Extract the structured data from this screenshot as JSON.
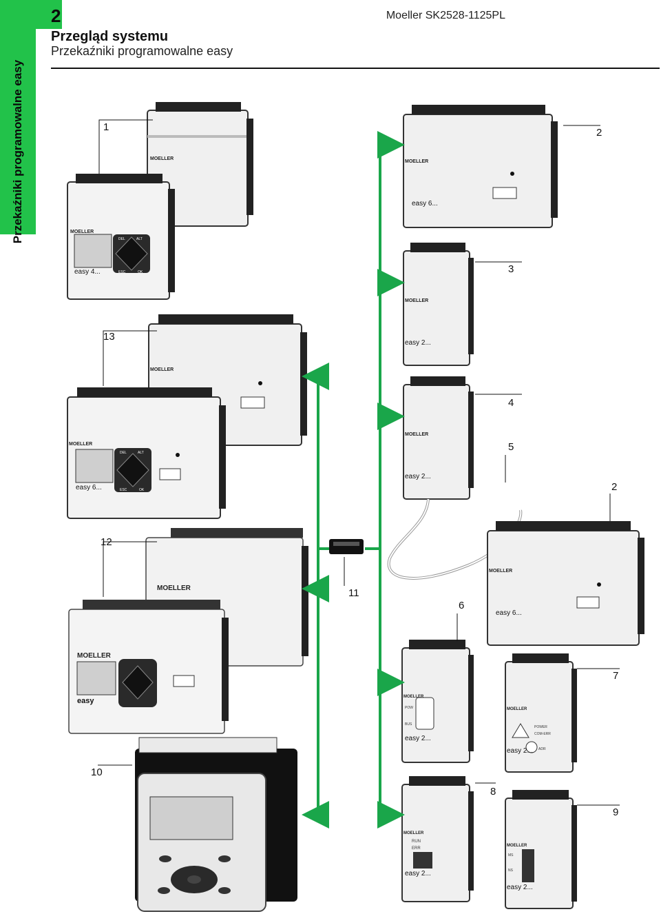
{
  "header": {
    "chapter_number": "2",
    "document_code": "Moeller SK2528-1125PL",
    "title": "Przegląd systemu",
    "subtitle": "Przekaźniki programowalne easy",
    "side_tab_label": "Przekaźniki programowalne easy"
  },
  "callouts": [
    "1",
    "2",
    "3",
    "13",
    "4",
    "5",
    "2",
    "12",
    "11",
    "6",
    "7",
    "10",
    "8",
    "9"
  ],
  "device_labels": {
    "brand": "MOELLER",
    "easy4": "easy 4...",
    "easy6": "easy 6...",
    "easy2": "easy 2...",
    "easy": "easy",
    "key_del": "DEL",
    "key_alt": "ALT",
    "key_esc": "ESC",
    "key_ok": "OK",
    "pow": "POW",
    "bus": "BUS",
    "power": "POWER",
    "com_err": "COM-ERR",
    "adr": "ADR",
    "run": "RUN",
    "err": "ERR",
    "ms": "MS",
    "ns": "NS"
  },
  "colors": {
    "accent_green": "#22c24a",
    "connector_green": "#1aa64a",
    "device_body": "#ececec",
    "device_edge": "#3a3a3a"
  }
}
